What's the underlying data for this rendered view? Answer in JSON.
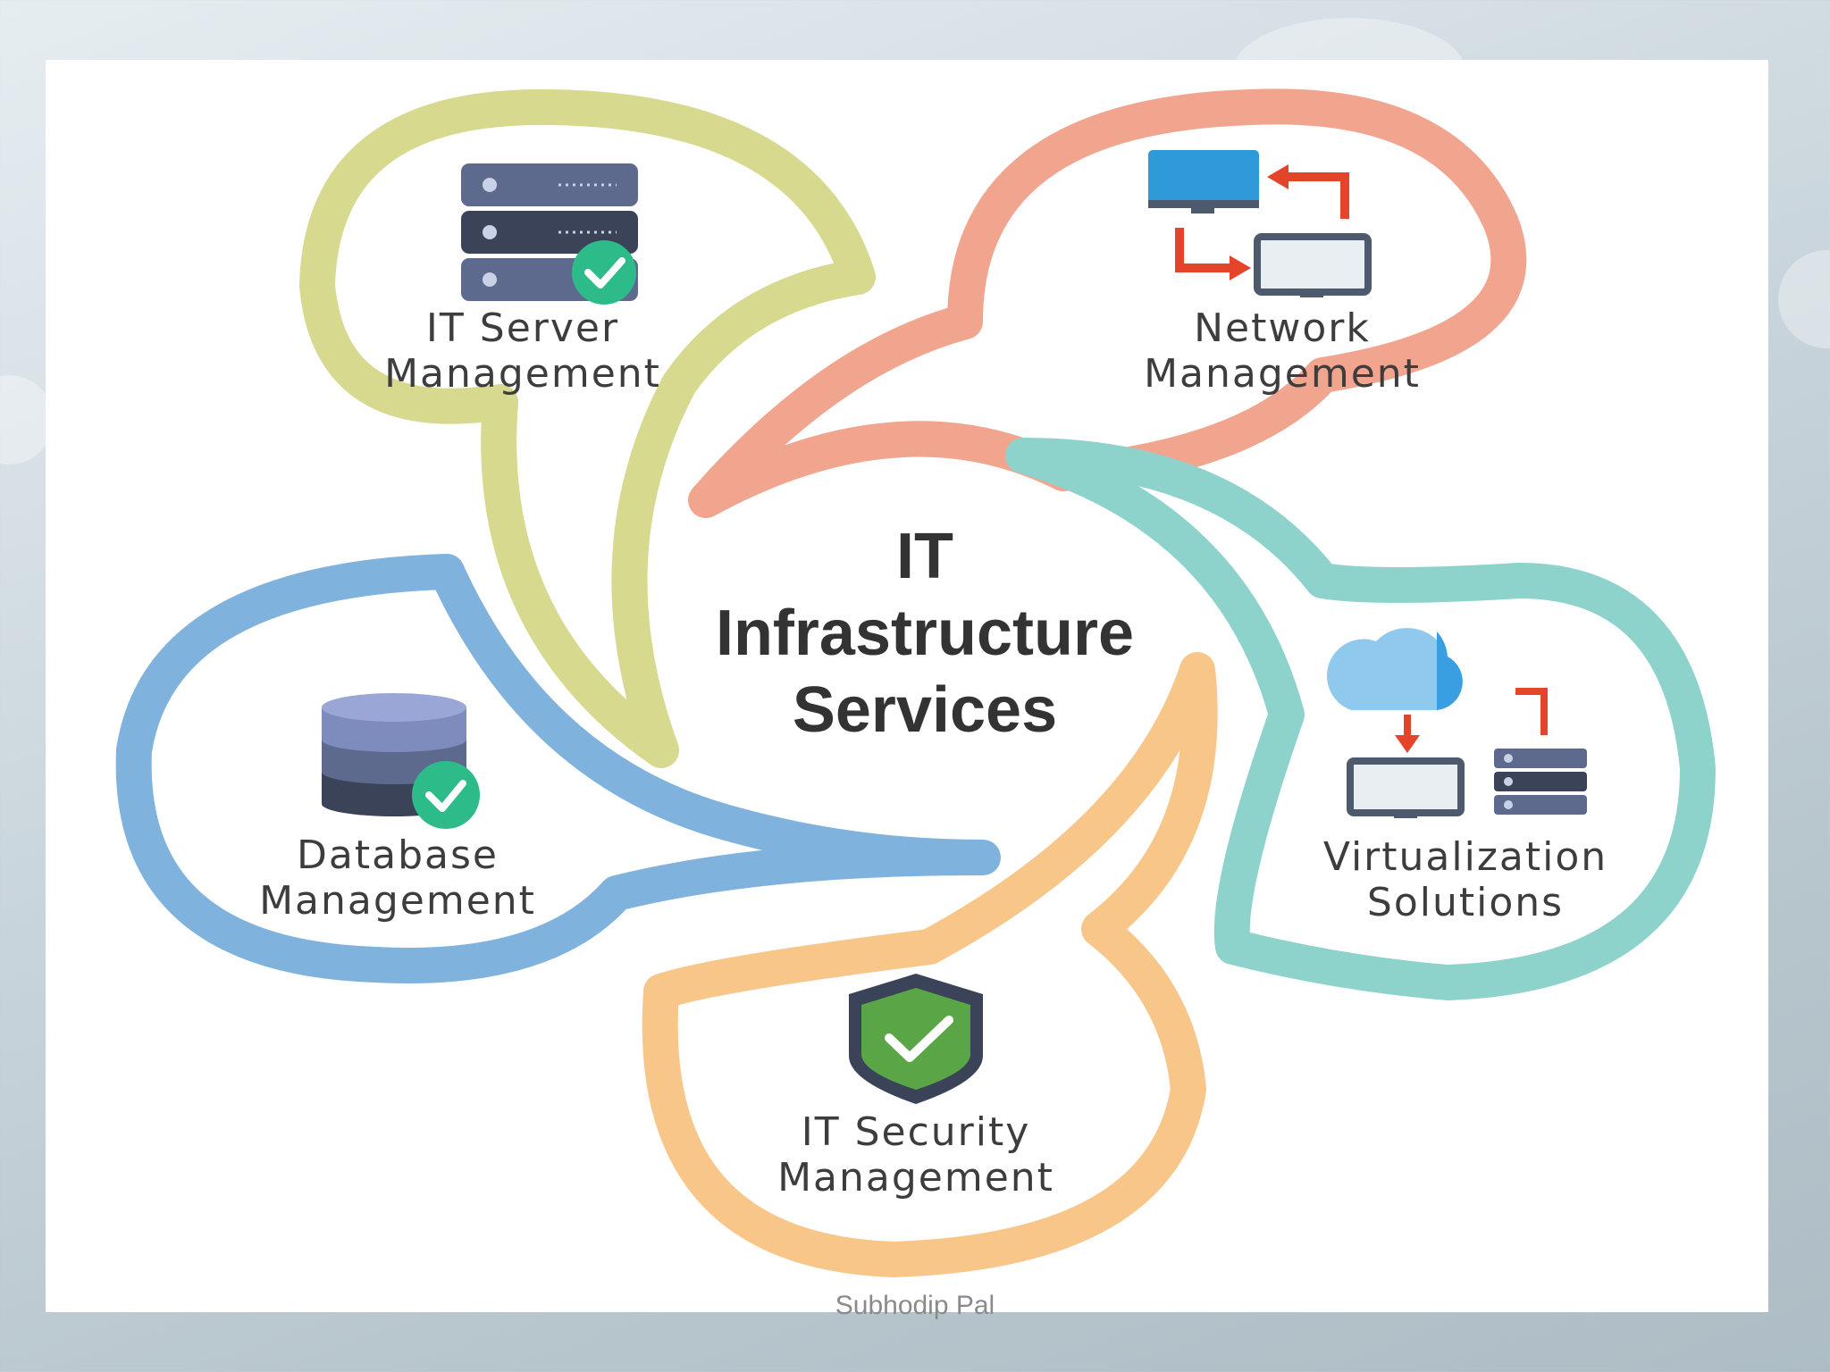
{
  "diagram": {
    "center_title_lines": [
      "IT",
      "Infrastructure",
      "Services"
    ],
    "nodes": [
      {
        "id": "server",
        "lines": [
          "IT Server",
          "Management"
        ],
        "color": "#d6d98e",
        "icon": "server-rack-check-icon"
      },
      {
        "id": "network",
        "lines": [
          "Network",
          "Management"
        ],
        "color": "#f2a58e",
        "icon": "network-computers-icon"
      },
      {
        "id": "virtualization",
        "lines": [
          "Virtualization",
          "Solutions"
        ],
        "color": "#8ed3cb",
        "icon": "cloud-virtualization-icon"
      },
      {
        "id": "security",
        "lines": [
          "IT Security",
          "Management"
        ],
        "color": "#f9c689",
        "icon": "shield-check-icon"
      },
      {
        "id": "database",
        "lines": [
          "Database",
          "Management"
        ],
        "color": "#7fb3dd",
        "icon": "database-check-icon"
      }
    ]
  },
  "footer": {
    "credit": "Subhodip Pal"
  }
}
